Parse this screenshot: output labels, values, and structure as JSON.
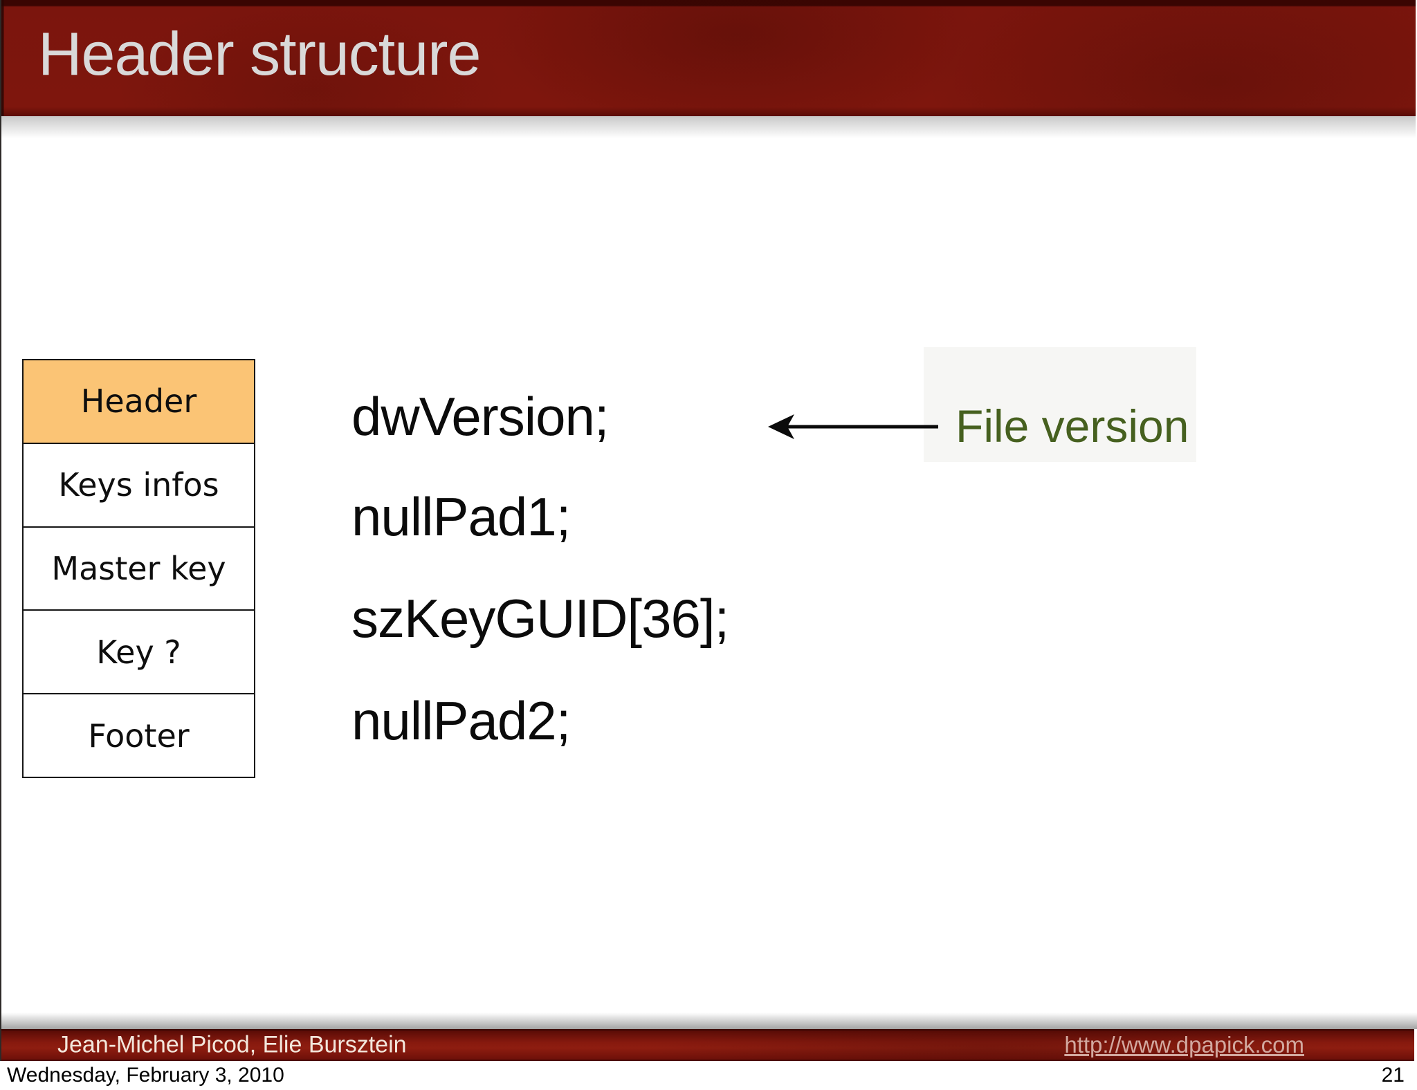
{
  "slide": {
    "title": "Header structure",
    "page_number": "21",
    "date": "Wednesday, February 3, 2010",
    "authors": "Jean-Michel Picod, Elie Bursztein",
    "url": "http://www.dpapick.com"
  },
  "stack": {
    "items": [
      {
        "label": "Header",
        "highlighted": true
      },
      {
        "label": "Keys infos",
        "highlighted": false
      },
      {
        "label": "Master key",
        "highlighted": false
      },
      {
        "label": "Key ?",
        "highlighted": false
      },
      {
        "label": "Footer",
        "highlighted": false
      }
    ]
  },
  "code": {
    "lines": [
      "dwVersion;",
      "nullPad1;",
      "szKeyGUID[36];",
      "nullPad2;"
    ]
  },
  "annotation": {
    "label": "File version"
  },
  "colors": {
    "banner_red": "#7b150d",
    "banner_top_strip": "#3a0502",
    "title_text": "#d9d9d9",
    "stack_highlight": "#fbc475",
    "stack_border": "#161616",
    "code_text": "#0b0b0b",
    "annotation_green": "#46601f",
    "arrow_black": "#0b0b0b",
    "footer_bar_red": "#86190e",
    "footer_authors_text": "#f3e7dc",
    "footer_url_text": "#d2a89f"
  }
}
